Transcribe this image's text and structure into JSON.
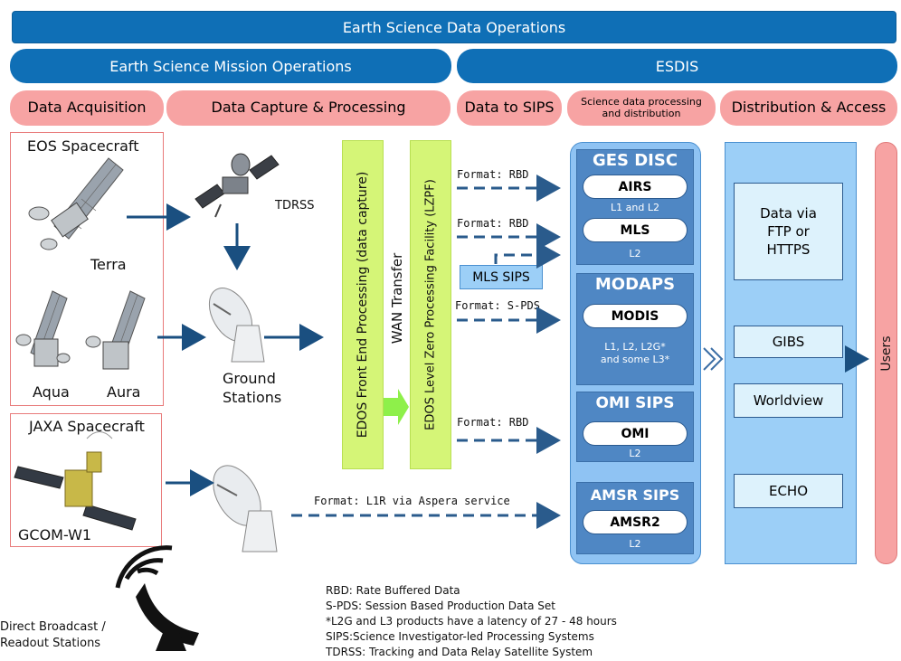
{
  "header": {
    "title": "Earth Science Data Operations",
    "left": "Earth Science Mission Operations",
    "right": "ESDIS"
  },
  "stages": [
    "Data Acquisition",
    "Data Capture & Processing",
    "Data to SIPS",
    "Science data processing and distribution",
    "Distribution & Access"
  ],
  "eos": {
    "title": "EOS Spacecraft",
    "terra": "Terra",
    "aqua": "Aqua",
    "aura": "Aura"
  },
  "jaxa": {
    "title": "JAXA Spacecraft",
    "gcom": "GCOM-W1"
  },
  "tdrss": "TDRSS",
  "ground_stations": "Ground Stations",
  "edos_front": "EDOS Front End Processing (data capture)",
  "wan": "WAN Transfer",
  "lzpf": "EDOS Level Zero Processing Facility (LZPF)",
  "formats": {
    "airs": "Format: RBD",
    "mls": "Format: RBD",
    "modis": "Format: S-PDS",
    "omi": "Format: RBD",
    "amsr": "Format: L1R via Aspera service"
  },
  "mls_sips": "MLS SIPS",
  "centers": {
    "ges": {
      "title": "GES DISC",
      "airs": "AIRS",
      "airs_level": "L1 and L2",
      "mls": "MLS",
      "mls_level": "L2"
    },
    "modaps": {
      "title": "MODAPS",
      "modis": "MODIS",
      "level1": "L1, L2, L2G*",
      "level2": "and some L3*"
    },
    "omi": {
      "title": "OMI SIPS",
      "inst": "OMI",
      "level": "L2"
    },
    "amsr": {
      "title": "AMSR SIPS",
      "inst": "AMSR2",
      "level": "L2"
    }
  },
  "distribution": {
    "ftp1": "Data via",
    "ftp2": "FTP or",
    "ftp3": "HTTPS",
    "gibs": "GIBS",
    "worldview": "Worldview",
    "echo": "ECHO"
  },
  "users": "Users",
  "direct": {
    "line1": "Direct Broadcast /",
    "line2": "Readout Stations"
  },
  "legend": [
    "RBD: Rate Buffered Data",
    "S-PDS: Session Based Production Data Set",
    "*L2G and L3 products have a latency of 27 - 48 hours",
    "SIPS:Science Investigator-led Processing Systems",
    "TDRSS: Tracking and Data Relay Satellite System"
  ],
  "colors": {
    "header_blue": "#0f6fb6",
    "stage_pink": "#f7a3a3",
    "edos_green": "#d5f577",
    "center_blue": "#4f87c4",
    "panel_light": "#8fc3f3"
  }
}
